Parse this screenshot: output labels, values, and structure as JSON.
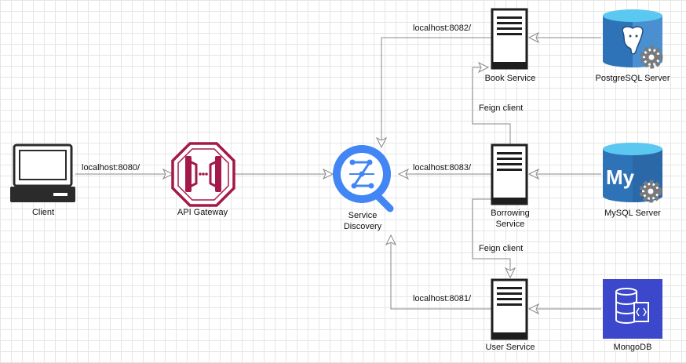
{
  "nodes": {
    "client": "Client",
    "api_gateway": "API Gateway",
    "service_discovery_line1": "Service",
    "service_discovery_line2": "Discovery",
    "book_service": "Book Service",
    "borrowing_service_line1": "Borrowing",
    "borrowing_service_line2": "Service",
    "user_service": "User Service",
    "postgresql": "PostgreSQL Server",
    "mysql": "MySQL Server",
    "mongodb": "MongoDB"
  },
  "edges": {
    "client_gateway": "localhost:8080/",
    "book_port": "localhost:8082/",
    "borrowing_port": "localhost:8083/",
    "user_port": "localhost:8081/",
    "feign_book": "Feign client",
    "feign_user": "Feign client"
  },
  "icons": {
    "client": "computer-icon",
    "api_gateway": "api-gateway-icon",
    "service_discovery": "service-discovery-icon",
    "servers": "server-icon",
    "postgresql": "postgresql-database-icon",
    "mysql": "mysql-database-icon",
    "mongodb": "mongodb-database-icon"
  },
  "colors": {
    "gateway": "#A4184A",
    "discovery": "#4285F4",
    "database": "#2E73B8",
    "database_light": "#5AC8F0",
    "mongodb": "#3B48CC",
    "gear": "#7A7A7A",
    "edge": "#8A8A8A"
  },
  "mysql_mark": "My"
}
